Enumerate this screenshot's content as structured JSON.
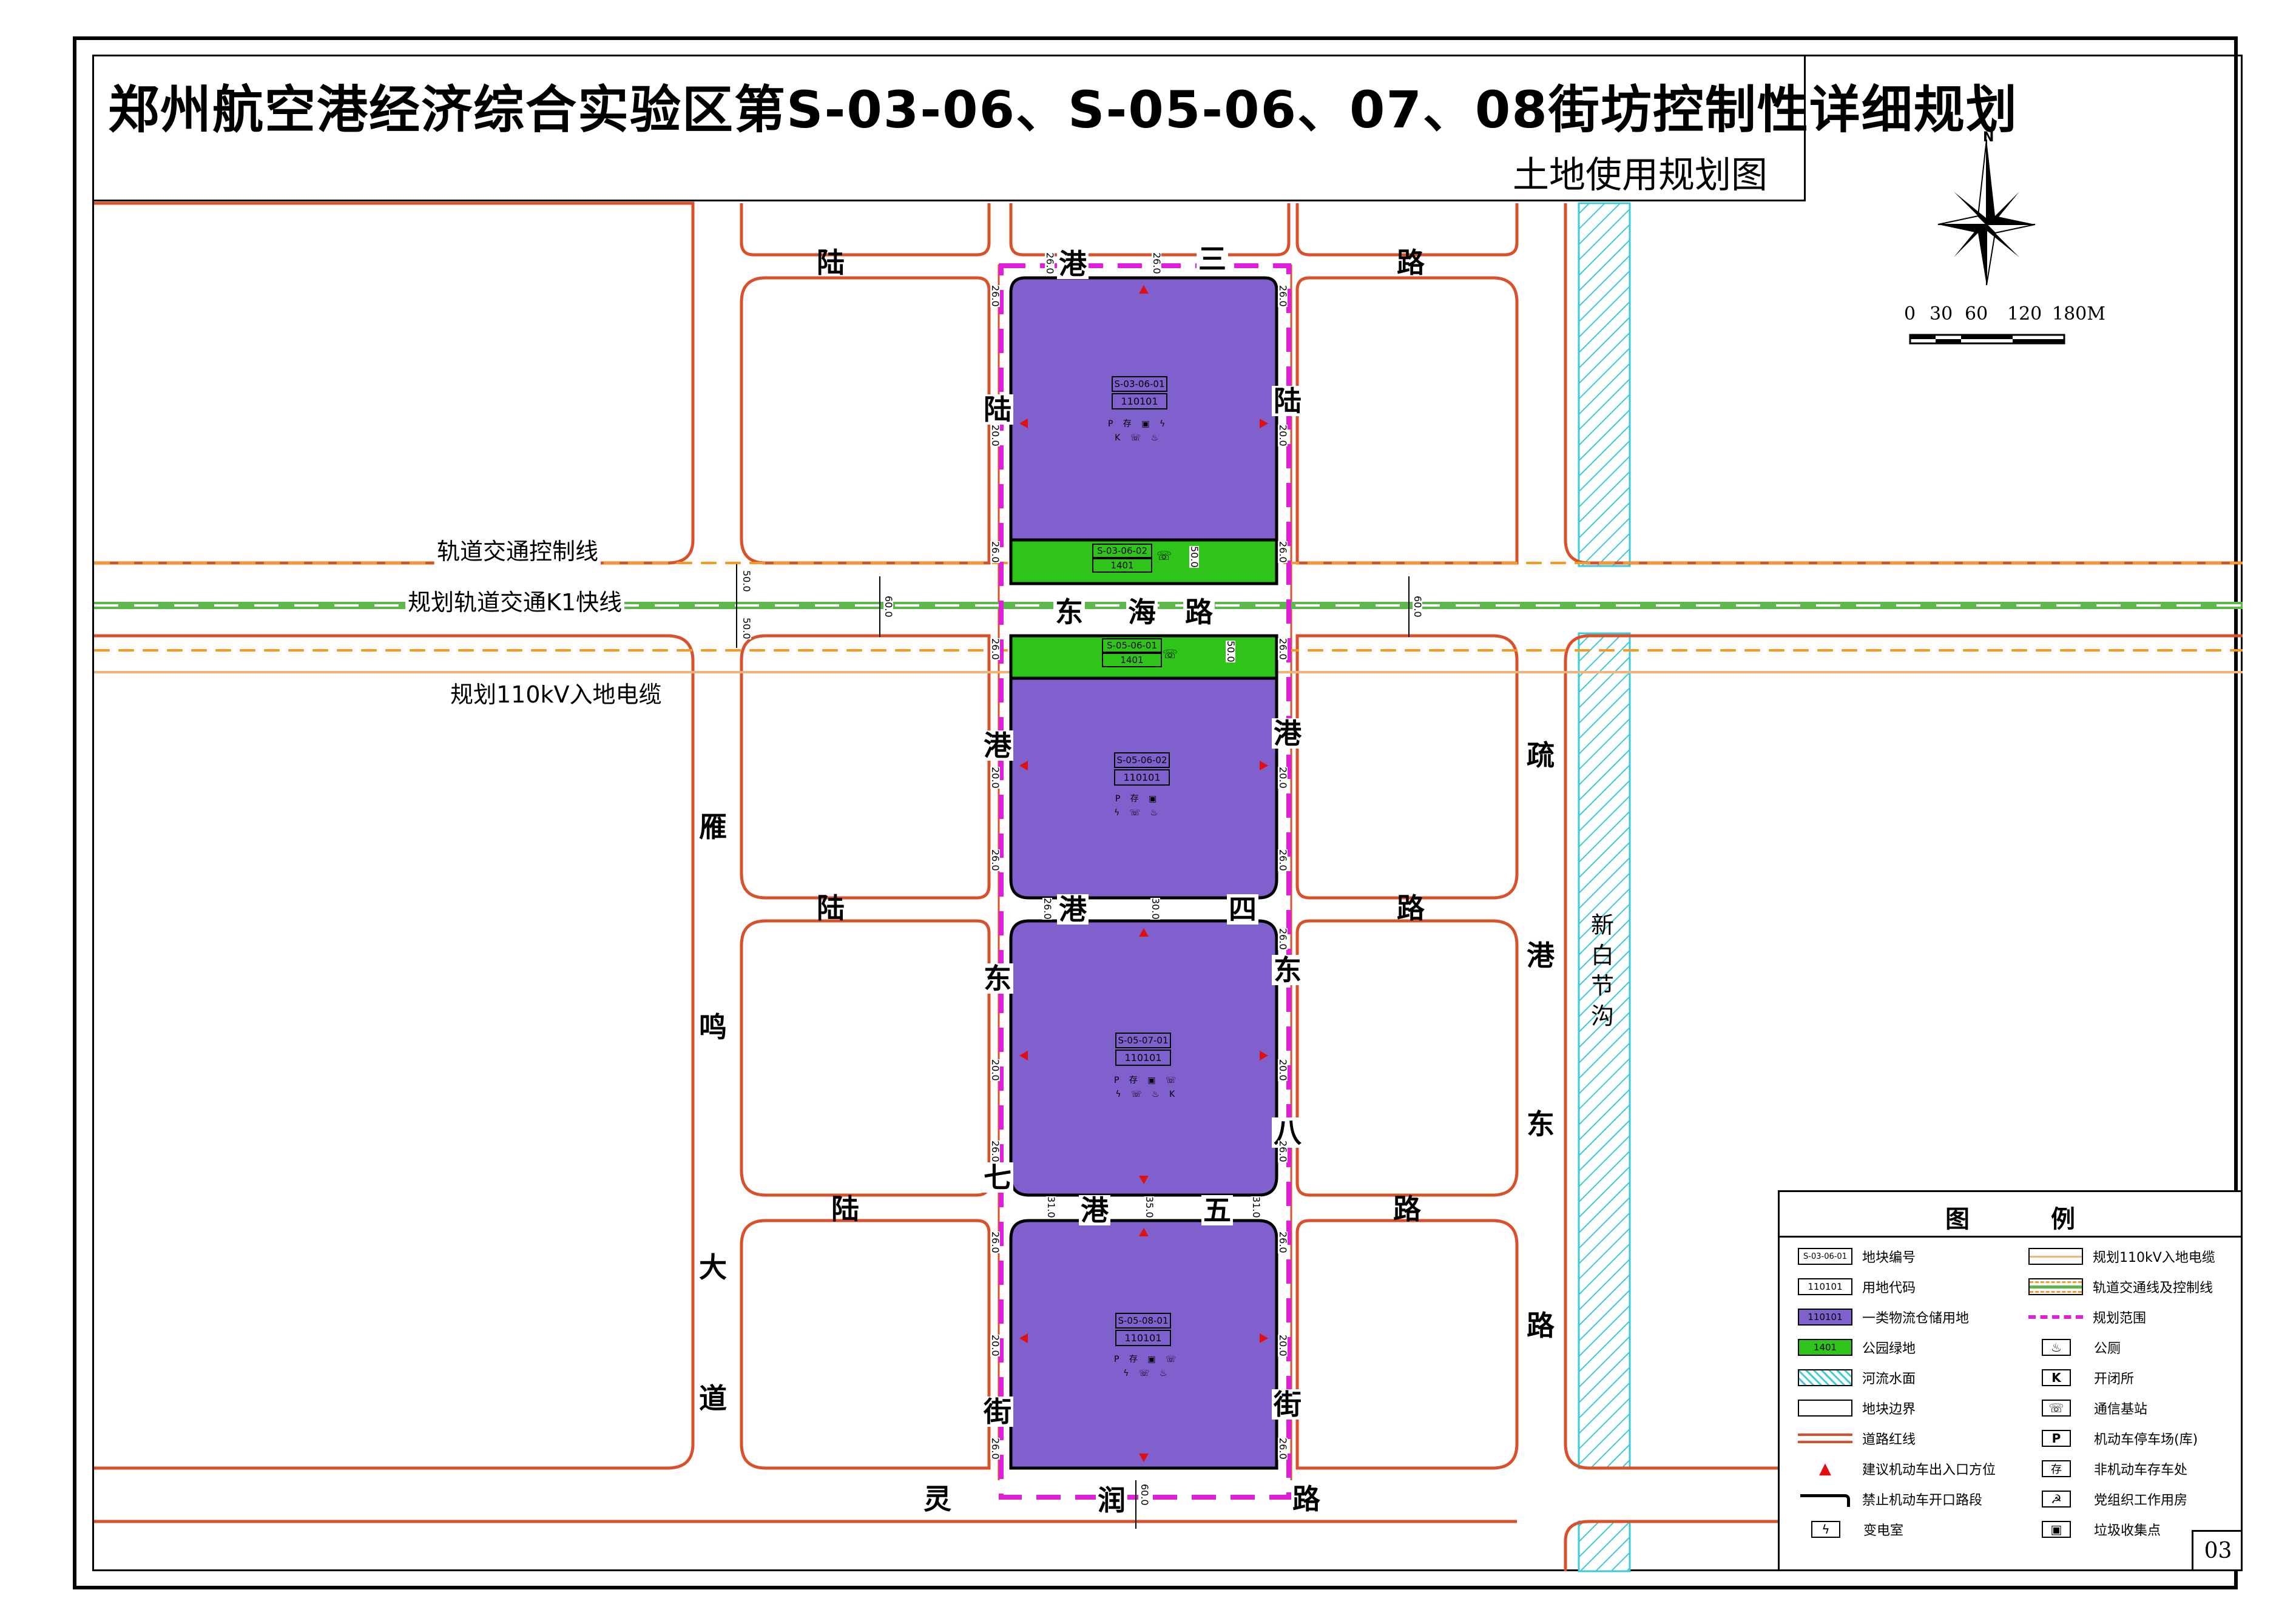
{
  "title": "郑州航空港经济综合实验区第S-03-06、S-05-06、07、08街坊控制性详细规划",
  "subtitle": "土地使用规划图",
  "north_label": "N",
  "scale": {
    "ticks": [
      "0",
      "30",
      "60",
      "120",
      "180M"
    ]
  },
  "colors": {
    "road_red_line": "#d9502a",
    "logistics": "#8060cc",
    "park": "#2fc41a",
    "water": "#9ee8ee",
    "planning_boundary": "#e020d8",
    "rail_control": "#f39a2a",
    "rail_line": "#5cb84a",
    "cable": "#f2b47a",
    "entrance": "#e01010"
  },
  "line_labels": {
    "rail_control": "轨道交通控制线",
    "rail_k1": "规划轨道交通K1快线",
    "cable": "规划110kV入地电缆"
  },
  "roads": {
    "lugang_san": [
      "陆",
      "港",
      "三",
      "路"
    ],
    "donghai": [
      "东",
      "海",
      "路"
    ],
    "lugang_si": [
      "陆",
      "港",
      "四",
      "路"
    ],
    "lugang_wu": [
      "陆",
      "港",
      "五",
      "路"
    ],
    "linrun": [
      "灵",
      "润",
      "路"
    ],
    "yanming": [
      "雁",
      "鸣",
      "大",
      "道"
    ],
    "shugang": [
      "疏",
      "港",
      "东",
      "路"
    ],
    "gangdong_qi": [
      "港",
      "东",
      "七",
      "街"
    ],
    "gangdong_ba": [
      "港",
      "东",
      "八",
      "街"
    ],
    "lu_west": "陆",
    "lu_east": "陆",
    "river": [
      "新",
      "白",
      "节",
      "沟"
    ]
  },
  "plots": [
    {
      "id": "S-03-06-01",
      "code": "110101",
      "icons1": "P 存 ▣ ϟ",
      "icons2": "K ☏ ♨"
    },
    {
      "id": "S-03-06-02",
      "code": "1401",
      "icons1": "☏"
    },
    {
      "id": "S-05-06-01",
      "code": "1401",
      "icons1": "☏"
    },
    {
      "id": "S-05-06-02",
      "code": "110101",
      "icons1": "P 存 ▣",
      "icons2": "ϟ ☏ ♨"
    },
    {
      "id": "S-05-07-01",
      "code": "110101",
      "icons1": "P 存 ▣ ☏",
      "icons2": "ϟ ☏ ♨ K"
    },
    {
      "id": "S-05-08-01",
      "code": "110101",
      "icons1": "P 存 ▣ ☏",
      "icons2": "ϟ ☏ ♨"
    }
  ],
  "dims": {
    "d26": "26.0",
    "d20": "20.0",
    "d50": "50.0",
    "d60": "60.0",
    "d30": "30.0",
    "d31": "31.0",
    "d35": "35.0"
  },
  "legend": {
    "title": "图 例",
    "left": [
      {
        "swatch": "S-03-06-01",
        "label": "地块编号"
      },
      {
        "swatch": "110101",
        "label": "用地代码"
      },
      {
        "swatch": "110101",
        "label": "一类物流仓储用地"
      },
      {
        "swatch": "1401",
        "label": "公园绿地"
      },
      {
        "swatch": "",
        "label": "河流水面"
      },
      {
        "swatch": "",
        "label": "地块边界"
      },
      {
        "swatch": "",
        "label": "道路红线"
      },
      {
        "swatch": "",
        "label": "建议机动车出入口方位"
      },
      {
        "swatch": "",
        "label": "禁止机动车开口路段"
      },
      {
        "swatch": "ϟ",
        "label": "变电室"
      }
    ],
    "right": [
      {
        "swatch": "",
        "label": "规划110kV入地电缆"
      },
      {
        "swatch": "",
        "label": "轨道交通线及控制线"
      },
      {
        "swatch": "",
        "label": "规划范围"
      },
      {
        "swatch": "♨",
        "label": "公厕"
      },
      {
        "swatch": "K",
        "label": "开闭所"
      },
      {
        "swatch": "☏",
        "label": "通信基站"
      },
      {
        "swatch": "P",
        "label": "机动车停车场(库)"
      },
      {
        "swatch": "存",
        "label": "非机动车存车处"
      },
      {
        "swatch": "☭",
        "label": "党组织工作用房"
      },
      {
        "swatch": "▣",
        "label": "垃圾收集点"
      }
    ]
  },
  "sheet_no": "03"
}
